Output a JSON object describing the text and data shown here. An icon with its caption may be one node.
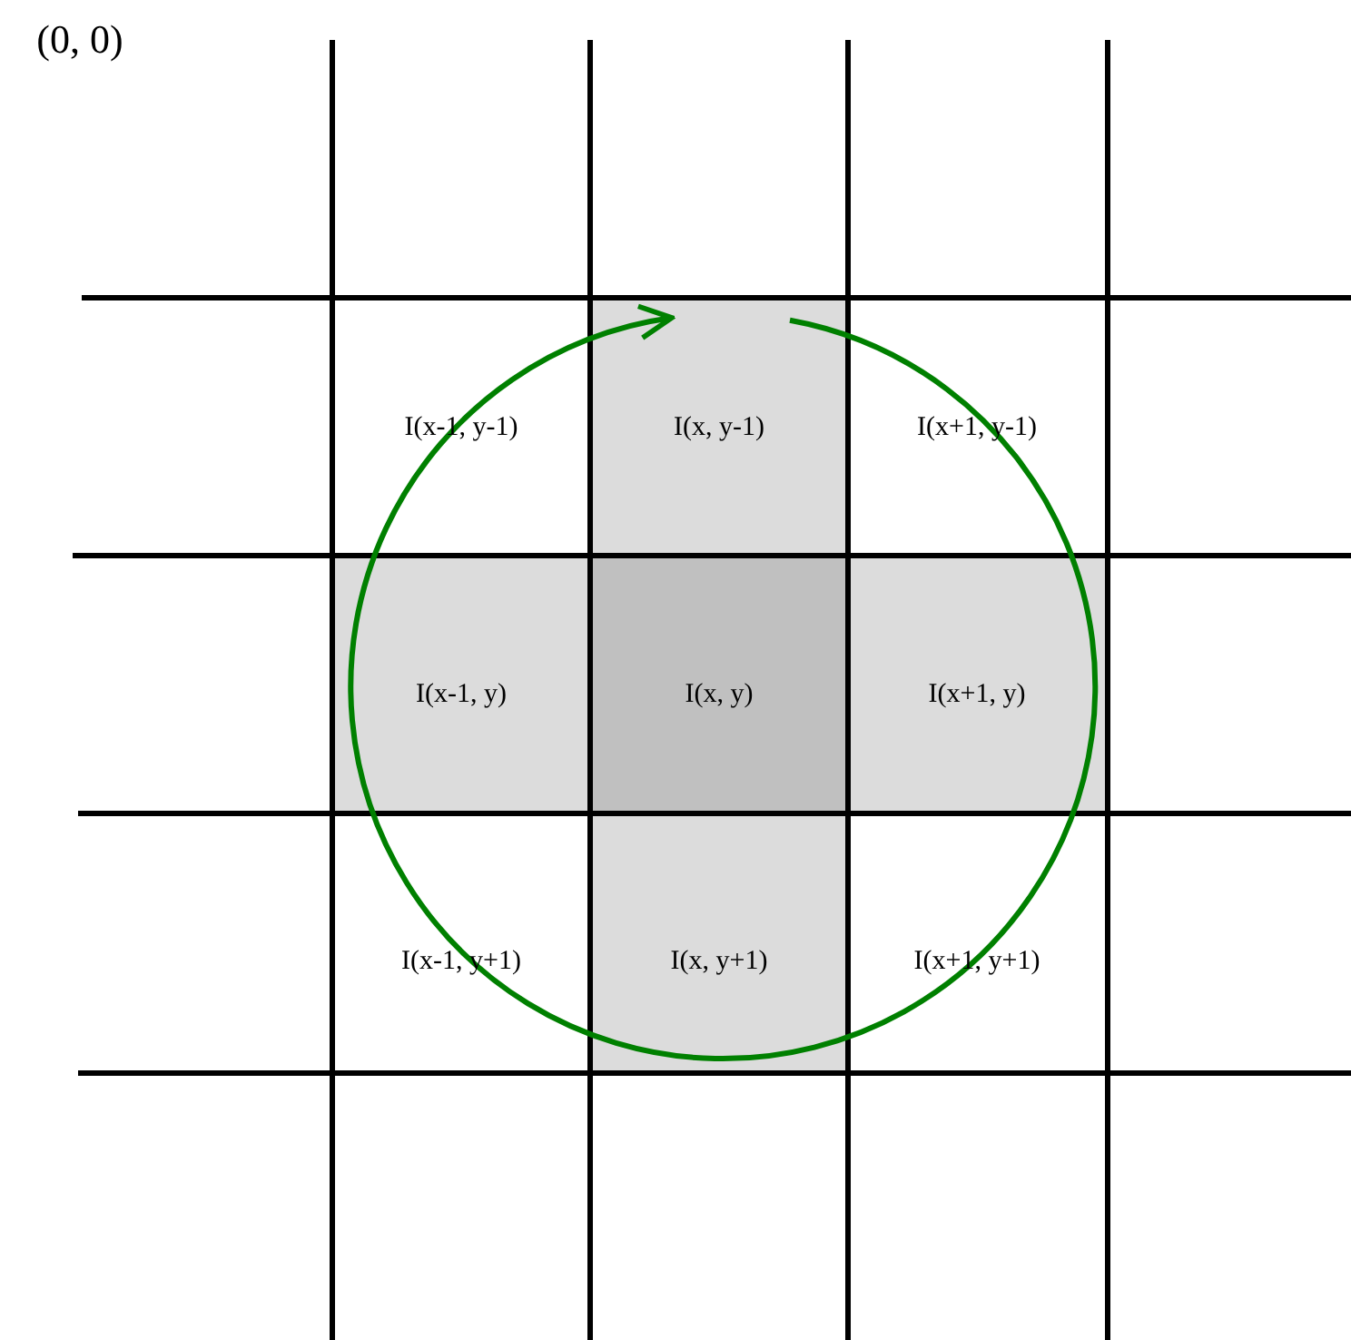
{
  "diagram": {
    "labels": [
      "(0, 0)",
      "I(x-1, y-1)",
      "I(x, y-1)",
      "I(x+1, y-1)",
      "I(x-1, y)",
      "I(x, y)",
      "I(x+1, y)",
      "I(x-1, y+1)",
      "I(x, y+1)",
      "I(x+1, y+1)"
    ]
  }
}
